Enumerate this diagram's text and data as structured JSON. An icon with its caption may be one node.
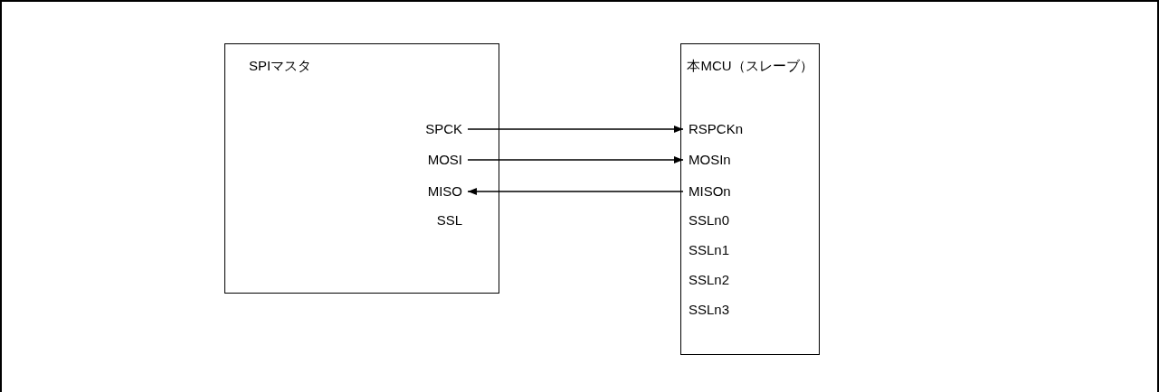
{
  "diagram": {
    "nodes": [
      {
        "text": [
          "SPIマスタ"
        ]
      },
      {
        "text": [
          "SPCK"
        ],
        "in": 0
      },
      {
        "text": [
          "MOSI"
        ],
        "in": 0
      },
      {
        "text": [
          "MISO"
        ],
        "in": 0
      },
      {
        "text": [
          "SSL"
        ],
        "in": 0
      },
      {
        "text": [
          "本MCU（スレーブ）"
        ]
      },
      {
        "text": [
          "RSPCKn"
        ],
        "in": 5
      },
      {
        "text": [
          "MOSIn"
        ],
        "in": 5
      },
      {
        "text": [
          "MISOn"
        ],
        "in": 5
      },
      {
        "text": [
          "SSLn0"
        ],
        "in": 5
      },
      {
        "text": [
          "SSLn1"
        ],
        "in": 5
      },
      {
        "text": [
          "SSLn2"
        ],
        "in": 5
      },
      {
        "text": [
          "SSLn3"
        ],
        "in": 5
      }
    ],
    "edges": [
      {
        "from": 1,
        "to": 6,
        "arrow": "to"
      },
      {
        "from": 2,
        "to": 7,
        "arrow": "to"
      },
      {
        "from": 8,
        "to": 3,
        "arrow": "to"
      }
    ]
  }
}
